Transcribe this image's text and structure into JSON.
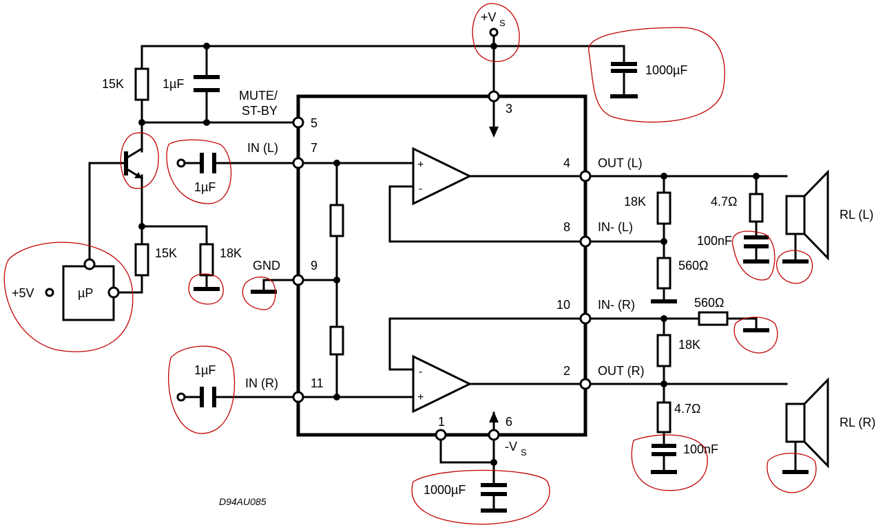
{
  "supply": {
    "vs_pos_main": "+V",
    "vs_pos_sub": "S",
    "vs_neg_main": "-V",
    "vs_neg_sub": "S"
  },
  "pins": {
    "p1": "1",
    "p2": "2",
    "p3": "3",
    "p4": "4",
    "p5": "5",
    "p6": "6",
    "p7": "7",
    "p8": "8",
    "p9": "9",
    "p10": "10",
    "p11": "11"
  },
  "signals": {
    "mute_line1": "MUTE/",
    "mute_line2": "ST-BY",
    "in_l": "IN (L)",
    "in_r": "IN (R)",
    "gnd": "GND",
    "out_l": "OUT (L)",
    "out_r": "OUT (R)",
    "in_minus_l": "IN- (L)",
    "in_minus_r": "IN- (R)",
    "plus_5v": "+5V",
    "rl_l": "RL (L)",
    "rl_r": "RL (R)"
  },
  "components": {
    "r_top_left": "15K",
    "c_mute": "1µF",
    "c_supply_pos": "1000µF",
    "c_in_l": "1µF",
    "r_base_bottom": "15K",
    "r_base_18k": "18K",
    "mcu": "µP",
    "c_in_r": "1µF",
    "c_supply_neg": "1000µF",
    "r_fb_l": "18K",
    "r_gnd_l": "560Ω",
    "r_zobel_l": "4.7Ω",
    "c_zobel_l": "100nF",
    "r_gnd_r": "560Ω",
    "r_fb_r": "18K",
    "r_zobel_r": "4.7Ω",
    "c_zobel_r": "100nF"
  },
  "opamp": {
    "plus": "+",
    "minus": "-"
  },
  "figure_ref": "D94AU085",
  "colors": {
    "wire": "#000000",
    "annotation": "#c00000",
    "background": "#ffffff"
  }
}
